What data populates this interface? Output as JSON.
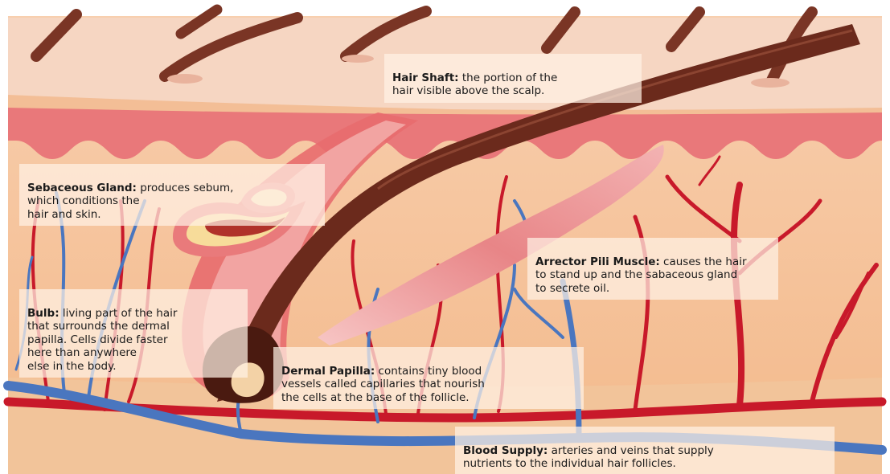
{
  "labels": {
    "hair_shaft": {
      "term": "Hair Shaft:",
      "text": " the portion of the\nhair visible above the scalp."
    },
    "sebaceous_gland": {
      "term": "Sebaceous Gland:",
      "text": " produces sebum,\nwhich conditions the\nhair and skin."
    },
    "arrector_pili": {
      "term": "Arrector Pili Muscle:",
      "text": " causes the hair\nto  stand up and the sabaceous gland\nto secrete oil."
    },
    "bulb": {
      "term": "Bulb:",
      "text": " living part of the hair\nthat surrounds the dermal\npapilla. Cells divide faster\nhere than anywhere\nelse in the body."
    },
    "dermal_papilla": {
      "term": "Dermal Papilla:",
      "text": " contains tiny blood\nvessels called capillaries that nourish\nthe cells at the base of the follicle."
    },
    "blood_supply": {
      "term": "Blood Supply:",
      "text": " arteries and veins that supply\nnutrients to the individual hair follicles."
    }
  },
  "colors": {
    "epidermis": "#f6d2bc",
    "dermis": "#f7c9a5",
    "hypodermis": "#f4bf94",
    "skin_band": "#e9787a",
    "hair": "#6b2a1c",
    "artery": "#c8192a",
    "vein": "#4a76bf",
    "muscle": "#eb9a9c",
    "gland": "#f7dc9a"
  }
}
